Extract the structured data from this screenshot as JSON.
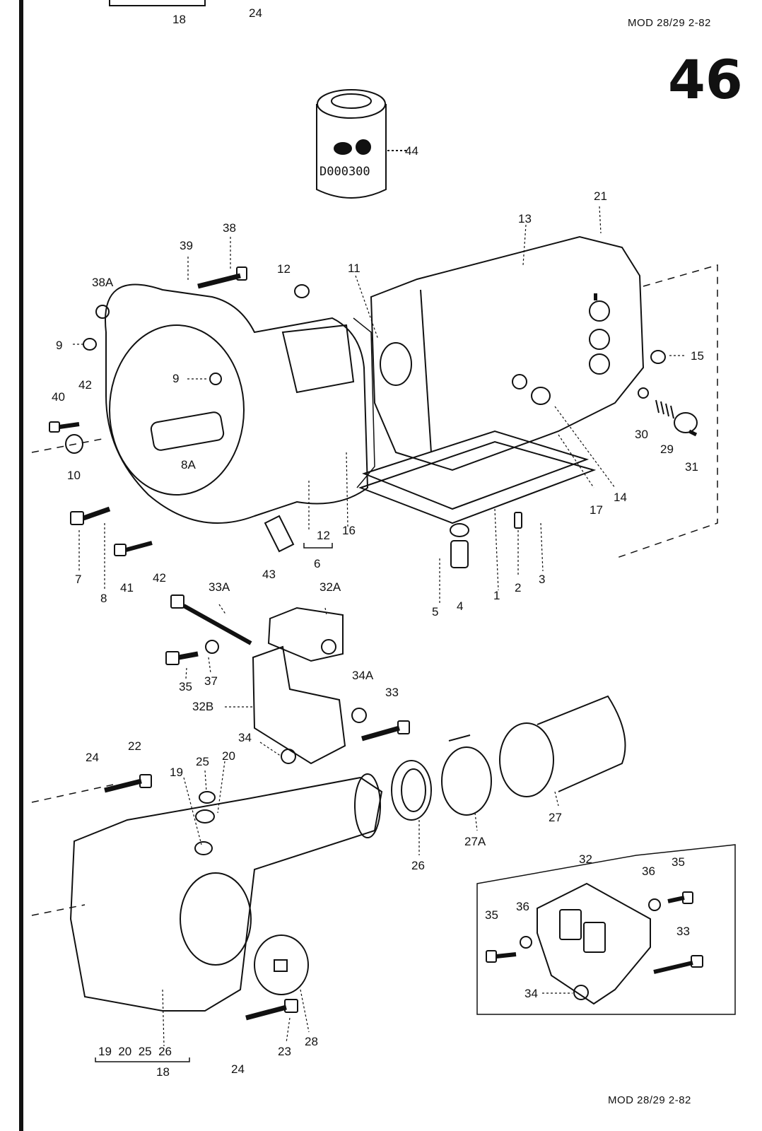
{
  "header": {
    "model_top": "MOD 28/29  2-82",
    "page_number": "46"
  },
  "footer": {
    "model_bottom": "MOD 28/29  2-82"
  },
  "fluid_can": {
    "code": "D000300",
    "label": "44"
  },
  "callouts": {
    "n18_top": "18",
    "n24_top": "24",
    "n21": "21",
    "n13": "13",
    "n38": "38",
    "n39": "39",
    "n38A": "38A",
    "n12a": "12",
    "n11": "11",
    "n9a": "9",
    "n9b": "9",
    "n15": "15",
    "n40": "40",
    "n42a": "42",
    "n10": "10",
    "n8A": "8A",
    "n30": "30",
    "n29": "29",
    "n31": "31",
    "n14": "14",
    "n17": "17",
    "n16": "16",
    "n12b": "12",
    "n6": "6",
    "n43": "43",
    "n7": "7",
    "n8": "8",
    "n41": "41",
    "n42b": "42",
    "n1": "1",
    "n2": "2",
    "n3": "3",
    "n4": "4",
    "n5": "5",
    "n33A": "33A",
    "n32A": "32A",
    "n35a": "35",
    "n37": "37",
    "n32B": "32B",
    "n34A": "34A",
    "n33a": "33",
    "n34a": "34",
    "n22": "22",
    "n24a": "24",
    "n25": "25",
    "n20": "20",
    "n19": "19",
    "n26": "26",
    "n27A": "27A",
    "n27": "27",
    "n32": "32",
    "n36a": "36",
    "n35b": "35",
    "n35c": "35",
    "n36b": "36",
    "n33b": "33",
    "n34b": "34",
    "n23": "23",
    "n28": "28",
    "n24b": "24",
    "n18_bottom": "18",
    "sub_bottom": "19  20  25  26"
  }
}
